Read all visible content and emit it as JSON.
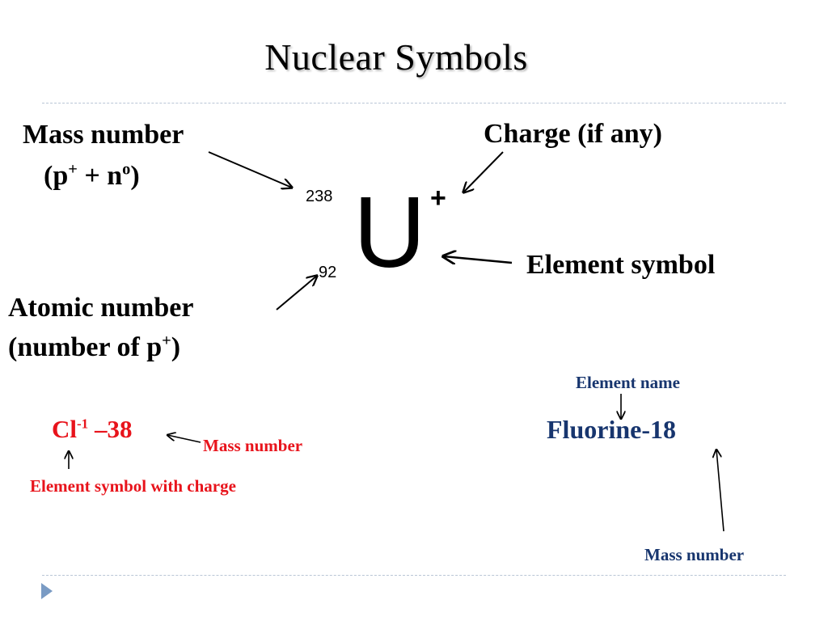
{
  "title": "Nuclear Symbols",
  "mass_number_label": {
    "line1": "Mass number",
    "line2_open": "(p",
    "line2_p_sup": "+",
    "line2_mid": " + n",
    "line2_n_sup": "o",
    "line2_close": ")"
  },
  "charge_label": "Charge (if any)",
  "element_symbol_label": "Element symbol",
  "atomic_number_label": {
    "line1": "Atomic number",
    "line2_open": "(number of p",
    "line2_sup": "+",
    "line2_close": ")"
  },
  "nuclide": {
    "mass_number": "238",
    "atomic_number": "92",
    "symbol": "U",
    "charge": "+"
  },
  "chlorine_example": {
    "symbol": "Cl",
    "charge_sup": "-1",
    "mass": " –38",
    "mass_label": "Mass number",
    "bottom_label": "Element symbol with charge"
  },
  "fluorine_example": {
    "name_label": "Element name",
    "text": "Fluorine-18",
    "mass_label": "Mass number"
  },
  "colors": {
    "red": "#e8131b",
    "navy": "#17356e",
    "divider": "#b9c6d6",
    "bullet": "#7a9bc4"
  }
}
